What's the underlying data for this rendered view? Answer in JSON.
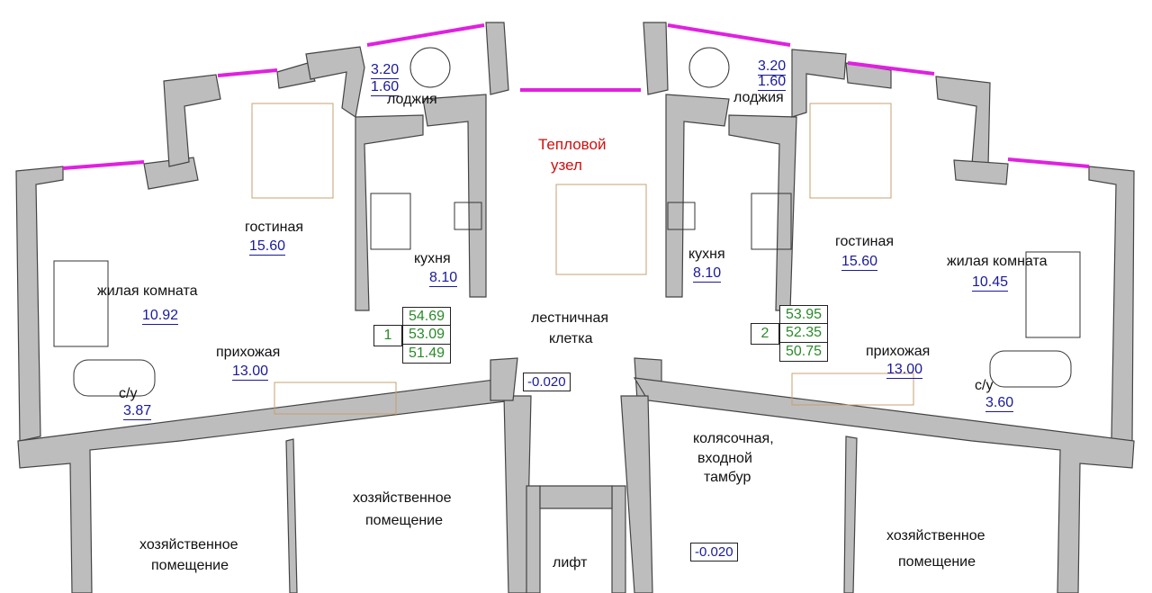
{
  "left_apartment": {
    "loggia": {
      "length": "3.20",
      "width": "1.60",
      "label": "лоджия"
    },
    "living_room": {
      "label": "гостиная",
      "area": "15.60"
    },
    "kitchen": {
      "label": "кухня",
      "area": "8.10"
    },
    "bedroom": {
      "label": "жилая комната",
      "area": "10.92"
    },
    "hallway": {
      "label": "прихожая",
      "area": "13.00"
    },
    "bathroom": {
      "label": "с/у",
      "area": "3.87"
    },
    "summary": {
      "number": "1",
      "areas": [
        "54.69",
        "53.09",
        "51.49"
      ]
    }
  },
  "right_apartment": {
    "loggia": {
      "length": "3.20",
      "width": "1.60",
      "label": "лоджия"
    },
    "living_room": {
      "label": "гостиная",
      "area": "15.60"
    },
    "kitchen": {
      "label": "кухня",
      "area": "8.10"
    },
    "bedroom": {
      "label": "жилая комната",
      "area": "10.45"
    },
    "hallway": {
      "label": "прихожая",
      "area": "13.00"
    },
    "bathroom": {
      "label": "с/у",
      "area": "3.60"
    },
    "summary": {
      "number": "2",
      "areas": [
        "53.95",
        "52.35",
        "50.75"
      ]
    }
  },
  "common": {
    "heat_unit": [
      "Тепловой",
      "узел"
    ],
    "stairwell": [
      "лестничная",
      "клетка"
    ],
    "level_stair": "-0.020",
    "stroller_room": [
      "колясочная,",
      "входной",
      "тамбур"
    ],
    "level_entry": "-0.020",
    "elevator": "лифт",
    "storage_left": [
      "хозяйственное",
      "помещение"
    ],
    "storage_middle": [
      "хозяйственное",
      "помещение"
    ],
    "storage_right": [
      "хозяйственное",
      "помещение"
    ]
  },
  "colors": {
    "wall": "#bdbdbd",
    "window": "#e020e0",
    "area_text": "#1a1a9a",
    "summary_text": "#2a8a2a",
    "heat_text": "#d01010"
  }
}
